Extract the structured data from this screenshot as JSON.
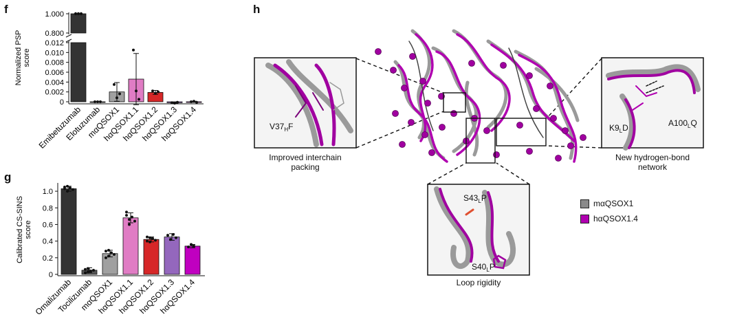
{
  "panels": {
    "f": "f",
    "g": "g",
    "h": "h"
  },
  "chart_data": [
    {
      "panel": "f",
      "type": "bar",
      "ylabel": "Normalized PSP score",
      "broken_axis": true,
      "upper_ticks": [
        "0.800",
        "1.000"
      ],
      "lower_ticks": [
        "0",
        "0.002",
        "0.004",
        "0.006",
        "0.008",
        "0.010",
        "0.012"
      ],
      "ylim_lower": [
        0,
        0.012
      ],
      "ylim_upper": [
        0.8,
        1.0
      ],
      "categories": [
        "Emibetuzumab",
        "Elotuzumab",
        "mαQSOX1",
        "hαQSOX1.1",
        "hαQSOX1.2",
        "hαQSOX1.3",
        "hαQSOX1.4"
      ],
      "values": [
        1.0,
        0.0,
        0.002,
        0.0046,
        0.0019,
        -0.0002,
        0.0
      ],
      "errors": [
        0.0,
        0.0,
        0.0019,
        0.0052,
        0.0004,
        0.0001,
        0.0001
      ],
      "colors": [
        "#333333",
        "#333333",
        "#a0a0a0",
        "#e07cc4",
        "#d62728",
        "#9467bd",
        "#c000c0"
      ],
      "points": [
        [
          1.0,
          1.0,
          1.0
        ],
        [
          0.0,
          0.0,
          0.0
        ],
        [
          0.0035,
          0.0008,
          0.0016
        ],
        [
          0.0105,
          0.0022,
          0.0005
        ],
        [
          0.0022,
          0.0017,
          0.002
        ],
        [
          -0.0002,
          -0.0003,
          -0.0001
        ],
        [
          0.0,
          0.0001,
          -0.0001
        ]
      ]
    },
    {
      "panel": "g",
      "type": "bar",
      "ylabel": "Calibrated CS-SINS score",
      "ylim": [
        0,
        1.1
      ],
      "yticks": [
        "0",
        "0.2",
        "0.4",
        "0.6",
        "0.8",
        "1.0"
      ],
      "categories": [
        "Omalizumab",
        "Tocilizumab",
        "mαQSOX1",
        "hαQSOX1.1",
        "hαQSOX1.2",
        "hαQSOX1.3",
        "hαQSOX1.4"
      ],
      "values": [
        1.03,
        0.05,
        0.25,
        0.68,
        0.42,
        0.45,
        0.34
      ],
      "errors": [
        0.03,
        0.03,
        0.04,
        0.06,
        0.03,
        0.04,
        0.02
      ],
      "colors": [
        "#333333",
        "#555555",
        "#a0a0a0",
        "#e07cc4",
        "#d62728",
        "#9467bd",
        "#c000c0"
      ],
      "points": [
        [
          1.05,
          1.0,
          1.04,
          1.02,
          1.03,
          1.06
        ],
        [
          0.02,
          0.07,
          0.04,
          0.05,
          0.06,
          0.03
        ],
        [
          0.28,
          0.22,
          0.26,
          0.24,
          0.2,
          0.29
        ],
        [
          0.75,
          0.6,
          0.69,
          0.64,
          0.71,
          0.66
        ],
        [
          0.4,
          0.44,
          0.43,
          0.41,
          0.45,
          0.39
        ],
        [
          0.47,
          0.42,
          0.48,
          0.44
        ],
        [
          0.33,
          0.36,
          0.34
        ]
      ]
    }
  ],
  "structure": {
    "insets": [
      {
        "label": "V37HF",
        "label_main": "V37",
        "label_sub": "H",
        "label_end": "F",
        "caption": "Improved interchain packing"
      },
      {
        "label": "K9LD",
        "label_main": "K9",
        "label_sub": "L",
        "label_end": "D",
        "label2_main": "A100",
        "label2_sub": "L",
        "label2_end": "Q",
        "caption": "New hydrogen-bond network"
      },
      {
        "label": "S43LP",
        "label_main": "S43",
        "label_sub": "L",
        "label_end": "P",
        "label2_main": "S40",
        "label2_sub": "L",
        "label2_end": "P",
        "caption": "Loop rigidity"
      }
    ],
    "legend": [
      {
        "name": "mαQSOX1",
        "color": "#8a8a8a"
      },
      {
        "name": "hαQSOX1.4",
        "color": "#b000b0"
      }
    ]
  },
  "captions": {
    "inset1_line1": "Improved interchain",
    "inset1_line2": "packing",
    "inset2_line1": "New hydrogen-bond",
    "inset2_line2": "network",
    "inset3": "Loop rigidity"
  }
}
